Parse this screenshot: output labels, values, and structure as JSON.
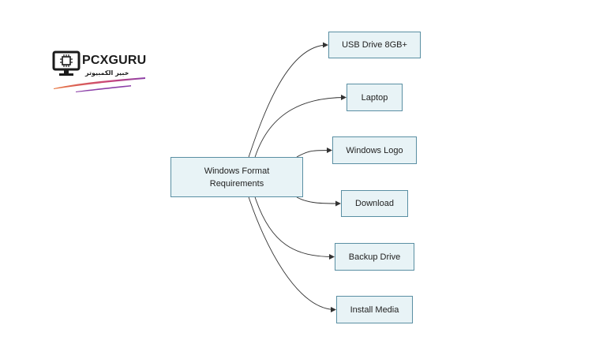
{
  "logo": {
    "brand": "PCXGURU",
    "tagline": "خبير الكمبيوتر",
    "icon": "monitor-chip-icon",
    "colors": {
      "ink": "#1b1b1b",
      "swoosh_warm": "#e8743b",
      "swoosh_cool": "#8b3fa8"
    }
  },
  "diagram": {
    "root": {
      "label": "Windows Format\nRequirements"
    },
    "children": [
      {
        "label": "USB Drive 8GB+"
      },
      {
        "label": "Laptop"
      },
      {
        "label": "Windows Logo"
      },
      {
        "label": "Download"
      },
      {
        "label": "Backup Drive"
      },
      {
        "label": "Install Media"
      }
    ],
    "colors": {
      "node_fill": "#e8f3f6",
      "node_border": "#5a8fa3",
      "edge": "#333333"
    }
  }
}
